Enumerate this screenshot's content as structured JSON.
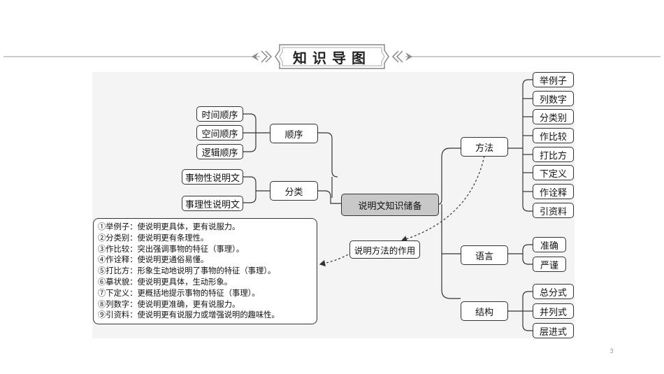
{
  "header": {
    "title": "知识导图"
  },
  "center": "说明文知识储备",
  "order": {
    "label": "顺序",
    "items": [
      "时间顺序",
      "空间顺序",
      "逻辑顺序"
    ]
  },
  "classification": {
    "label": "分类",
    "items": [
      "事物性说明文",
      "事理性说明文"
    ]
  },
  "methods": {
    "label": "方法",
    "items": [
      "举例子",
      "列数字",
      "分类别",
      "作比较",
      "打比方",
      "下定义",
      "作诠释",
      "引资料"
    ]
  },
  "language": {
    "label": "语言",
    "items": [
      "准确",
      "严谨"
    ]
  },
  "structure": {
    "label": "结构",
    "items": [
      "总分式",
      "并列式",
      "层进式"
    ]
  },
  "effect": {
    "label": "说明方法的作用",
    "lines": [
      "①举例子：使说明更具体，更有说服力。",
      "②分类别：使说明更有条理性。",
      "③作比较：突出强调事物的特征（事理）。",
      "④作诠释：使说明更通俗易懂。",
      "⑤打比方：形象生动地说明了事物的特征（事理）。",
      "⑥摹状貌：使说明更具体，生动形象。",
      "⑦下定义：更概括地提示事物的特征（事理）。",
      "⑧列数字：使说明更准确，更有说服力。",
      "⑨引资料：使说明更有说服力或增强说明的趣味性。"
    ]
  },
  "page_number": "3"
}
